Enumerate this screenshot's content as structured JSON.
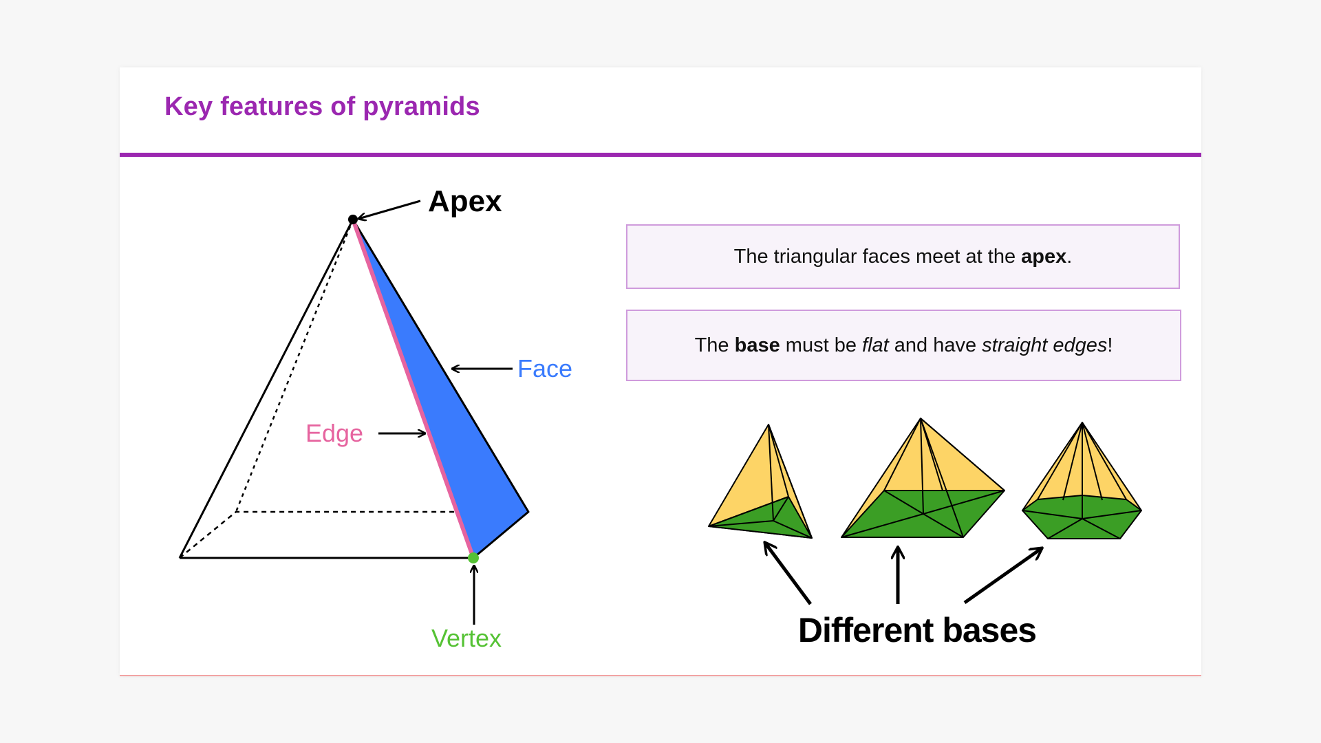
{
  "slide": {
    "title": "Key features of pyramids"
  },
  "info_boxes": {
    "box1": {
      "prefix": "The triangular faces meet at the ",
      "bold": "apex",
      "suffix": "."
    },
    "box2": {
      "p1": "The ",
      "bold": "base",
      "p2": " must be ",
      "italic1": "flat",
      "p3": " and have ",
      "italic2": "straight edges",
      "p4": "!"
    }
  },
  "labels": {
    "apex": "Apex",
    "face": "Face",
    "edge": "Edge",
    "vertex": "Vertex",
    "different_bases": "Different bases"
  },
  "colors": {
    "accent": "#9b27b0",
    "face": "#3a7bfd",
    "edge": "#e6649f",
    "vertex": "#55c234",
    "pyramid_face": "#fdd466",
    "pyramid_base": "#3b9e25",
    "box_border": "#cf9bdc",
    "box_bg": "#f8f3fa"
  }
}
